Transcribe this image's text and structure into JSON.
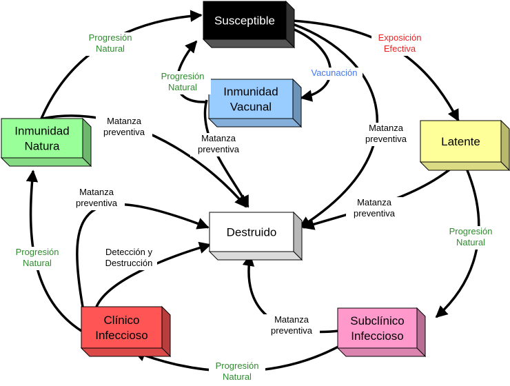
{
  "colors": {
    "susceptible": "#000000",
    "susceptible_text": "#ffffff",
    "vaccine": "#99ccff",
    "latent": "#ffff99",
    "natural": "#99ff99",
    "destroyed": "#ffffff",
    "clinical": "#ff5555",
    "subclinical": "#ff99cc",
    "label_green": "#2e8b2e",
    "label_red": "#ee2222",
    "label_blue": "#4477ee",
    "label_black": "#000000"
  },
  "nodes": {
    "susceptible": {
      "lines": [
        "Susceptible"
      ]
    },
    "vaccine": {
      "lines": [
        "Inmunidad",
        "Vacunal"
      ]
    },
    "latent": {
      "lines": [
        "Latente"
      ]
    },
    "natural": {
      "lines": [
        "Inmunidad",
        "Natura"
      ]
    },
    "destroyed": {
      "lines": [
        "Destruido"
      ]
    },
    "clinical": {
      "lines": [
        "Clínico",
        "Infeccioso"
      ]
    },
    "subclinical": {
      "lines": [
        "Subclínico",
        "Infeccioso"
      ]
    }
  },
  "edge_labels": {
    "natural_to_susceptible": {
      "lines": [
        "Progresión",
        "Natural"
      ]
    },
    "exposure": {
      "lines": [
        "Exposición",
        "Efectiva"
      ]
    },
    "vaccination": {
      "lines": [
        "Vacunación"
      ]
    },
    "vaccine_to_susceptible": {
      "lines": [
        "Progresión",
        "Natural"
      ]
    },
    "cull_natural": {
      "lines": [
        "Matanza",
        "preventiva"
      ]
    },
    "cull_vaccine": {
      "lines": [
        "Matanza",
        "preventiva"
      ]
    },
    "cull_susceptible": {
      "lines": [
        "Matanza",
        "preventiva"
      ]
    },
    "cull_latent": {
      "lines": [
        "Matanza",
        "preventiva"
      ]
    },
    "cull_clinical": {
      "lines": [
        "Matanza",
        "preventiva"
      ]
    },
    "detection": {
      "lines": [
        "Detección y",
        "Destrucción"
      ]
    },
    "latent_to_subclinical": {
      "lines": [
        "Progresión",
        "Natural"
      ]
    },
    "clinical_to_natural": {
      "lines": [
        "Progresión",
        "Natural"
      ]
    },
    "cull_subclinical": {
      "lines": [
        "Matanza",
        "preventiva"
      ]
    },
    "subclinical_to_clinical": {
      "lines": [
        "Progresión",
        "Natural"
      ]
    }
  }
}
